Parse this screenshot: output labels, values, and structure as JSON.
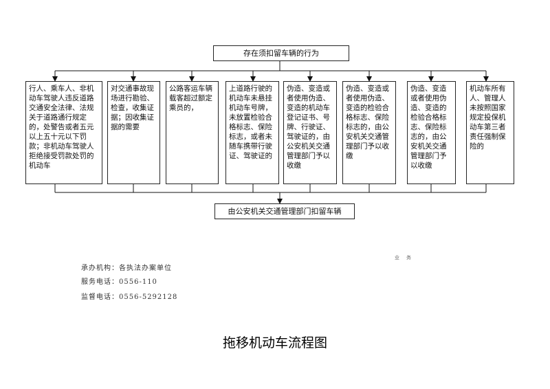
{
  "flowchart": {
    "top_label": "存在须扣留车辆的行为",
    "bottom_label": "由公安机关交通管理部门扣留车辆",
    "categories": [
      "行人、乘车人、非机动车驾驶人违反道路交通安全法律、法规关于道路通行规定的，处警告或者五元以上五十元以下罚款；非机动车驾驶人拒绝接受罚款处罚的机动车",
      "对交通事故现场进行勘验、检查，收集证据；因收集证据的需要",
      "公路客运车辆载客超过额定乘员的，",
      "上道路行驶的机动车未悬挂机动车号牌，未放置检验合格标志、保险标志，或者未随车携带行驶证、驾驶证的",
      "伪造、变造或者使用伪造、变造的机动车登记证书、号牌、行驶证、驾驶证的，由公安机关交通管理部门予以收缴",
      "伪造、变造或者使用伪造、变造的检验合格标志、保险标志的，由公安机关交通管理部门予以收缴",
      "伪造、变造或者使用伪造、变造的检验合格标志、保险标志的，由公安机关交通管理部门予以收缴",
      "机动车所有人、管理人未按照国家规定投保机动车第三者责任强制保险的"
    ]
  },
  "footer": {
    "org_label": "承办机构：",
    "org_value": "各执法办案单位",
    "service_label": "服务电话：",
    "service_value": "0556-110",
    "supervise_label": "监督电话：",
    "supervise_value": "0556-5292128"
  },
  "stamp_text": "业务",
  "page_title": "拖移机动车流程图"
}
